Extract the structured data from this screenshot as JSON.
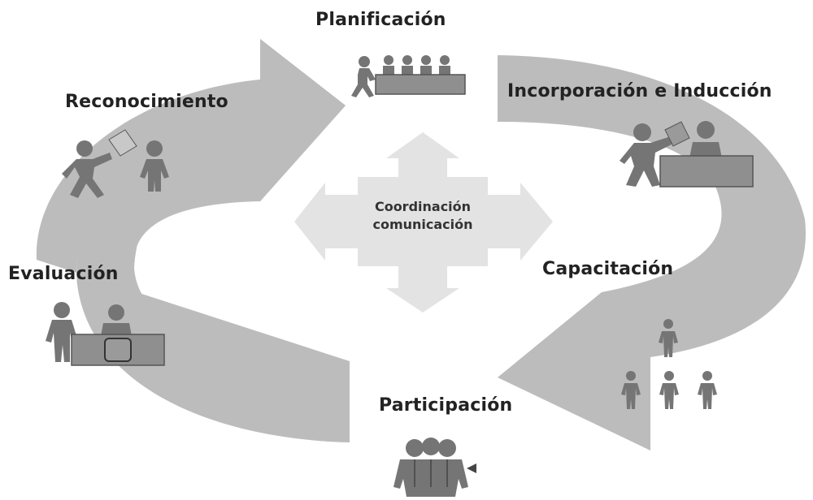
{
  "diagram": {
    "stages": [
      {
        "id": "planificacion",
        "label": "Planificación"
      },
      {
        "id": "incorporacion",
        "label": "Incorporación e Inducción"
      },
      {
        "id": "capacitacion",
        "label": "Capacitación"
      },
      {
        "id": "participacion",
        "label": "Participación"
      },
      {
        "id": "evaluacion",
        "label": "Evaluación"
      },
      {
        "id": "reconocimiento",
        "label": "Reconocimiento"
      }
    ],
    "center": {
      "line1": "Coordinación",
      "line2": "comunicación"
    },
    "colors": {
      "cycle": "#bcbcbc",
      "center": "#e3e3e3",
      "figure": "#757575",
      "desk": "#8f8f8f",
      "text": "#222222"
    }
  }
}
